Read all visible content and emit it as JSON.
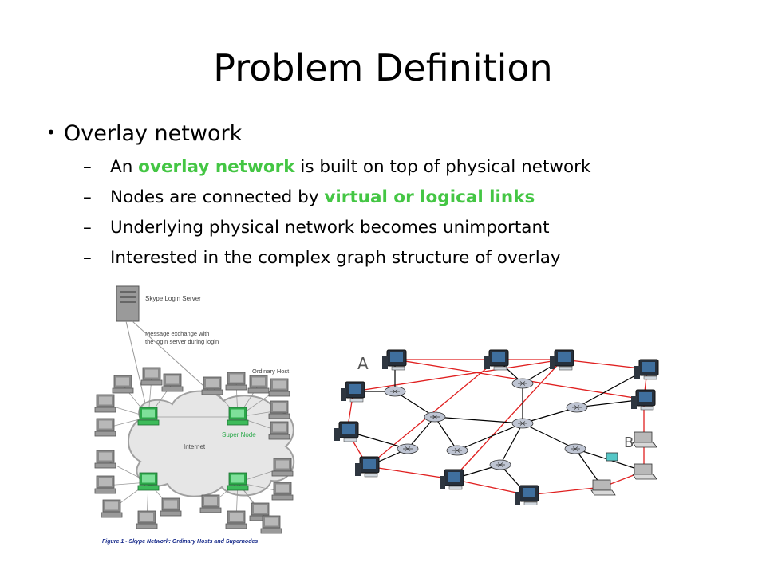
{
  "slide": {
    "title": "Problem Definition",
    "bullet": "Overlay network",
    "items": [
      {
        "dash": "–",
        "pre": "An ",
        "highlight": "overlay network",
        "post": " is built on top of physical network"
      },
      {
        "dash": "–",
        "pre": "Nodes are connected by ",
        "highlight": "virtual or logical links",
        "post": ""
      },
      {
        "dash": "–",
        "pre": "Underlying physical network becomes unimportant",
        "highlight": "",
        "post": ""
      },
      {
        "dash": "–",
        "pre": "Interested in the complex graph structure of overlay",
        "highlight": "",
        "post": ""
      }
    ],
    "highlight_color": "#44c644"
  },
  "skype_figure": {
    "server_label": "Skype Login Server",
    "message_label_line1": "Message exchange with",
    "message_label_line2": "the login server during login",
    "ordinary_host_label": "Ordinary Host",
    "super_node_label": "Super Node",
    "internet_label": "Internet",
    "caption": "Figure 1 - Skype Network: Ordinary Hosts and Supernodes",
    "super_node_color": "#3dbb5a"
  },
  "overlay_figure": {
    "label_a": "A",
    "label_b": "B",
    "overlay_link_color": "#e02020",
    "physical_link_color": "#000000"
  }
}
